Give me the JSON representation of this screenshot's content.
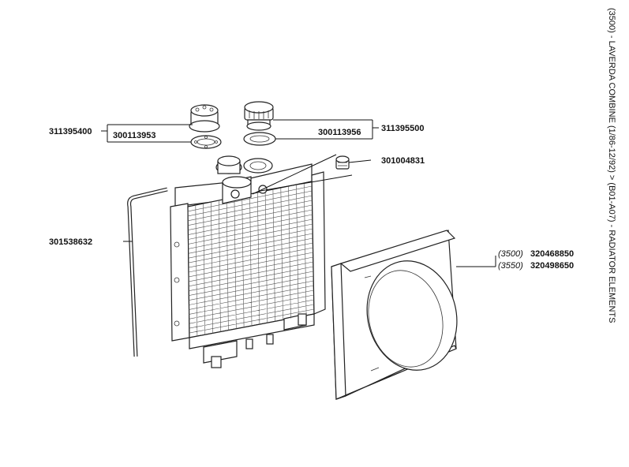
{
  "page": {
    "title": "(3500) - LAVERDA COMBINE (1/86-12/92) > (B01-A07) - RADIATOR ELEMENTS"
  },
  "parts": {
    "cap_assembly_left": "311395400",
    "gasket_left": "300113953",
    "gasket_right": "300113956",
    "cap_assembly_right": "311395500",
    "plug": "301004831",
    "hose": "301538632",
    "shroud_3500": {
      "prefix": "(3500)",
      "number": "320468850"
    },
    "shroud_3550": {
      "prefix": "(3550)",
      "number": "320498650"
    }
  }
}
